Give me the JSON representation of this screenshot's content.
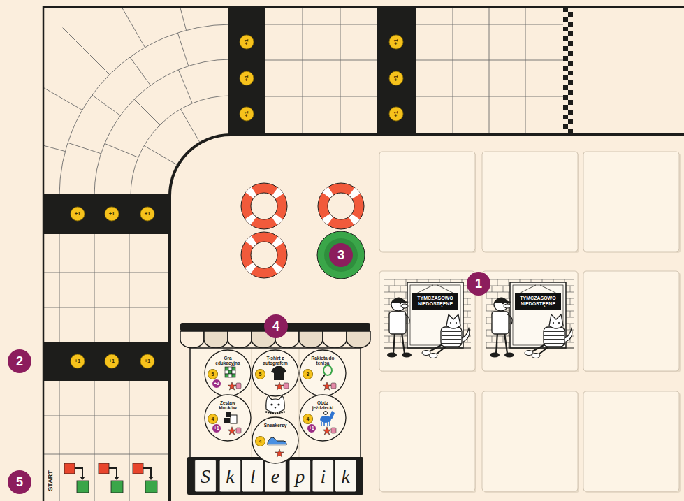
{
  "diagram": {
    "nodes": [
      {
        "text": [
          "Sklepik"
        ]
      },
      {
        "text": [
          "Gra edukacyjna",
          "5",
          "+2"
        ],
        "in": 0
      },
      {
        "text": [
          "T-shirt z autografem",
          "5"
        ],
        "in": 0
      },
      {
        "text": [
          "Rakieta do tenisa",
          "3"
        ],
        "in": 0
      },
      {
        "text": [
          "Zestaw klocków",
          "4",
          "+1"
        ],
        "in": 0
      },
      {
        "text": [
          "Obóz jeździecki",
          "4",
          "+1"
        ],
        "in": 0
      },
      {
        "text": [
          "Sneakersy",
          "4"
        ],
        "in": 0
      },
      {
        "text": [
          "TYMCZASOWO NIEDOSTĘPNE"
        ]
      },
      {
        "text": [
          "TYMCZASOWO NIEDOSTĘPNE"
        ]
      }
    ],
    "labels": [
      "+1",
      "+1",
      "+1",
      "+1",
      "+1",
      "+1",
      "1",
      "3",
      "+1",
      "+1",
      "+1",
      "+1",
      "+1",
      "+1",
      "2",
      "4",
      "5",
      "START"
    ]
  }
}
